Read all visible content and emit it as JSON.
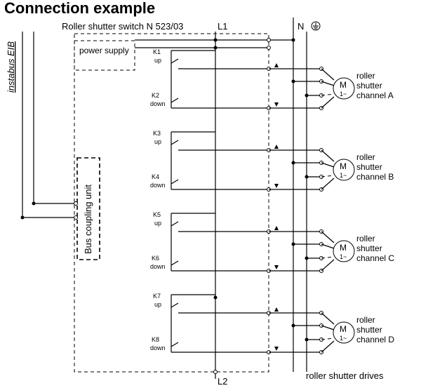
{
  "title": "Connection example",
  "device_label": "Roller shutter switch N 523/03",
  "power_supply": "power supply",
  "bus_unit": "Bus coupling unit",
  "bus": "instabus EIB",
  "l1": "L1",
  "l2": "L2",
  "n": "N",
  "drives_label": "roller shutter drives",
  "relays": [
    {
      "up_id": "K1",
      "up_text": "up",
      "down_id": "K2",
      "down_text": "down",
      "motor_top": "M",
      "motor_bottom": "1~",
      "label1": "roller",
      "label2": "shutter",
      "label3": "channel A"
    },
    {
      "up_id": "K3",
      "up_text": "up",
      "down_id": "K4",
      "down_text": "down",
      "motor_top": "M",
      "motor_bottom": "1~",
      "label1": "roller",
      "label2": "shutter",
      "label3": "channel B"
    },
    {
      "up_id": "K5",
      "up_text": "up",
      "down_id": "K6",
      "down_text": "down",
      "motor_top": "M",
      "motor_bottom": "1~",
      "label1": "roller",
      "label2": "shutter",
      "label3": "channel C"
    },
    {
      "up_id": "K7",
      "up_text": "up",
      "down_id": "K8",
      "down_text": "down",
      "motor_top": "M",
      "motor_bottom": "1~",
      "label1": "roller",
      "label2": "shutter",
      "label3": "channel D"
    }
  ]
}
